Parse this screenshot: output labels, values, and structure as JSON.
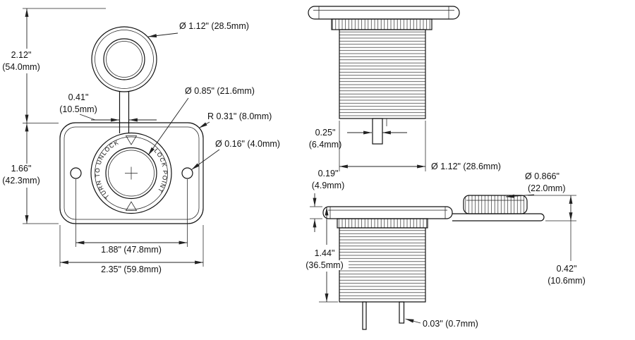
{
  "drawing": {
    "front_view": {
      "dim_cap_diameter": "Ø 1.12\" (28.5mm)",
      "dim_overall_height_in": "2.12\"",
      "dim_overall_height_mm": "(54.0mm)",
      "dim_strap_width_in": "0.41\"",
      "dim_strap_width_mm": "(10.5mm)",
      "dim_socket_bore": "Ø 0.85\" (21.6mm)",
      "dim_corner_radius": "R 0.31\" (8.0mm)",
      "dim_mounting_hole": "Ø 0.16\" (4.0mm)",
      "dim_panel_height_in": "1.66\"",
      "dim_panel_height_mm": "(42.3mm)",
      "dim_hole_spacing": "1.88\" (47.8mm)",
      "dim_panel_width": "2.35\" (59.8mm)",
      "bezel_text_left": "TURN TO UNLOCK",
      "bezel_text_right": "LOCK POINT"
    },
    "side_view": {
      "dim_terminal_width_in": "0.25\"",
      "dim_terminal_width_mm": "(6.4mm)",
      "dim_body_diameter": "Ø 1.12\" (28.6mm)"
    },
    "capped_view": {
      "dim_flange_height_in": "0.19\"",
      "dim_flange_height_mm": "(4.9mm)",
      "dim_cap_diameter_in": "Ø 0.866\"",
      "dim_cap_diameter_mm": "(22.0mm)",
      "dim_body_length_in": "1.44\"",
      "dim_body_length_mm": "(36.5mm)",
      "dim_cap_height_in": "0.42\"",
      "dim_cap_height_mm": "(10.6mm)",
      "dim_terminal_thickness": "0.03\" (0.7mm)"
    }
  }
}
